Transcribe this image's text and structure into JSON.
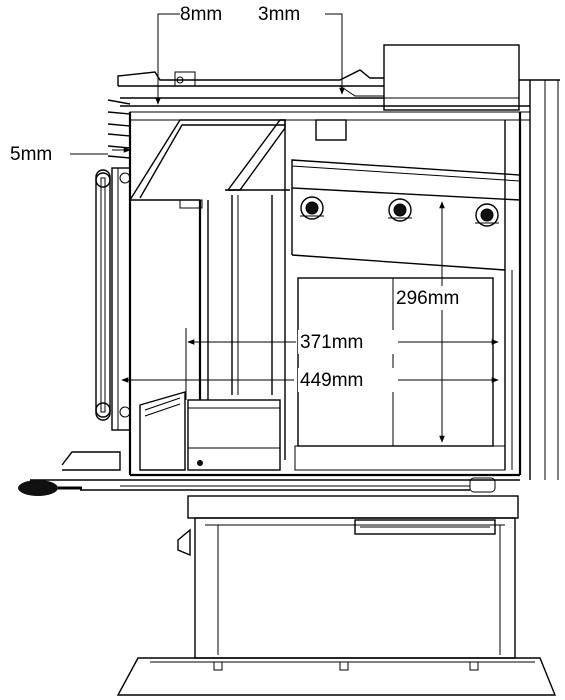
{
  "diagram": {
    "dimensions": {
      "top_left_gap": "8mm",
      "top_right_gap": "3mm",
      "side_gap": "5mm",
      "firebox_height": "296mm",
      "inner_depth": "371mm",
      "outer_depth": "449mm"
    }
  }
}
